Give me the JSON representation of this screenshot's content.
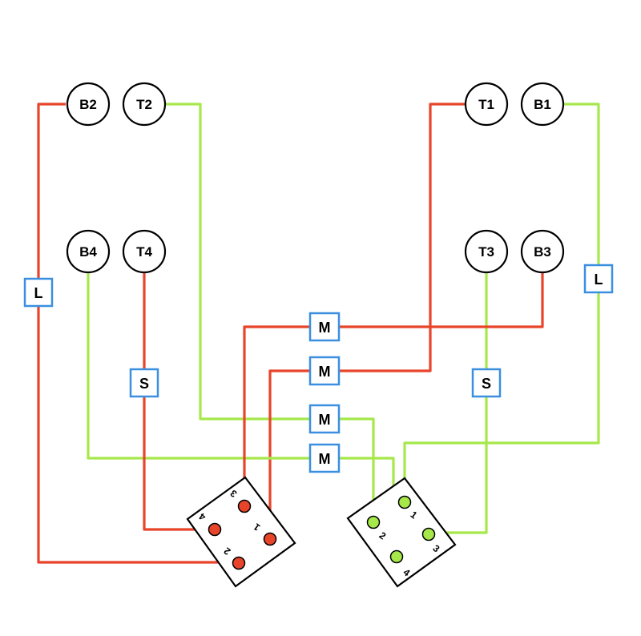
{
  "colors": {
    "red_wire": "#e8442a",
    "green_wire": "#a6e84a",
    "box_border": "#3a8fe0",
    "outline": "#000000",
    "background": "#ffffff"
  },
  "terminals": {
    "B2": "B2",
    "T2": "T2",
    "T1": "T1",
    "B1": "B1",
    "B4": "B4",
    "T4": "T4",
    "T3": "T3",
    "B3": "B3"
  },
  "boxes": {
    "L_left": "L",
    "L_right": "L",
    "S_left": "S",
    "S_right": "S",
    "M_1": "M",
    "M_2": "M",
    "M_3": "M",
    "M_4": "M"
  },
  "left_switch": {
    "pins": {
      "p1": "1",
      "p2": "2",
      "p3": "3",
      "p4": "4"
    }
  },
  "right_switch": {
    "pins": {
      "p1": "1",
      "p2": "2",
      "p3": "3",
      "p4": "4"
    }
  }
}
